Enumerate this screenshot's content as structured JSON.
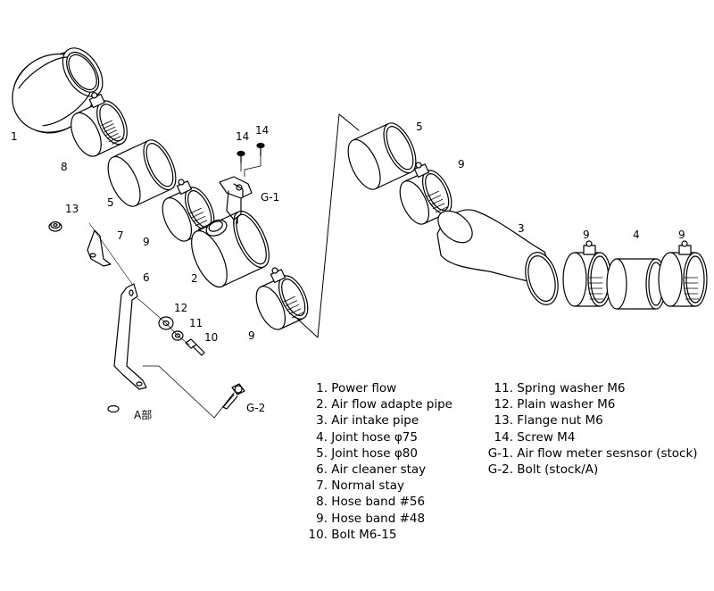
{
  "callouts": {
    "power_flow": "1",
    "hose_band_56": "8",
    "joint_hose_left": "5",
    "hose_band_upper_left": "9",
    "flange_nut": "13",
    "normal_stay": "7",
    "air_cleaner_stay": "6",
    "air_flow_pipe": "2",
    "plain_washer": "12",
    "spring_washer": "11",
    "bolt": "10",
    "hose_band_lower_left": "9",
    "a_part": "A部",
    "bolt_stock": "G-2",
    "screw_left": "14",
    "screw_right": "14",
    "sensor": "G-1",
    "joint_hose_right": "5",
    "hose_band_right_upper": "9",
    "air_intake_pipe": "3",
    "hose_band_right_a": "9",
    "joint_hose_75": "4",
    "hose_band_right_b": "9"
  },
  "legend_left": [
    {
      "num": "1.",
      "text": "Power flow"
    },
    {
      "num": "2.",
      "text": "Air flow adapte pipe"
    },
    {
      "num": "3.",
      "text": "Air intake pipe"
    },
    {
      "num": "4.",
      "text": "Joint hose  φ75"
    },
    {
      "num": "5.",
      "text": "Joint hose  φ80"
    },
    {
      "num": "6.",
      "text": "Air cleaner stay"
    },
    {
      "num": "7.",
      "text": "Normal stay"
    },
    {
      "num": "8.",
      "text": "Hose band  #56"
    },
    {
      "num": "9.",
      "text": "Hose band  #48"
    },
    {
      "num": "10.",
      "text": "Bolt  M6-15"
    }
  ],
  "legend_right": [
    {
      "num": "11.",
      "text": "Spring washer  M6"
    },
    {
      "num": "12.",
      "text": "Plain washer  M6"
    },
    {
      "num": "13.",
      "text": "Flange nut  M6"
    },
    {
      "num": "14.",
      "text": "Screw  M4"
    },
    {
      "num": "G-1.",
      "text": "Air flow meter sesnsor (stock)"
    },
    {
      "num": "G-2.",
      "text": "Bolt (stock/A)"
    }
  ]
}
